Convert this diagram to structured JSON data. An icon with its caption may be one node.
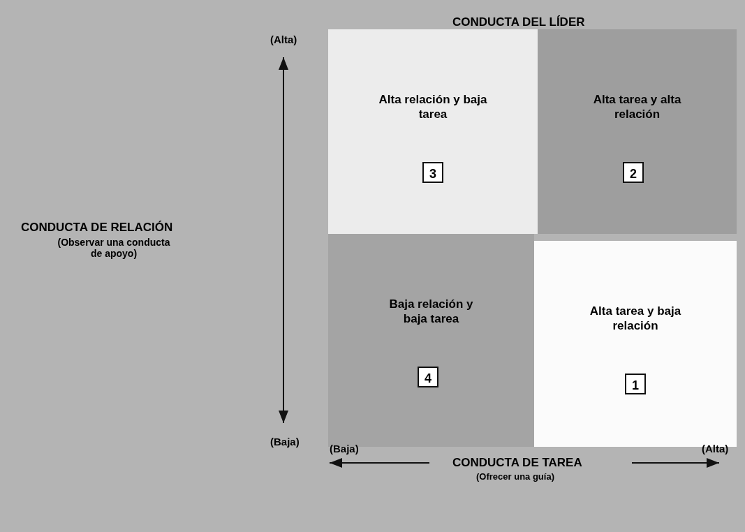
{
  "diagram": {
    "title": "CONDUCTA DEL LÍDER",
    "nodes": [
      {
        "text": [
          "Alta relación y baja tarea"
        ]
      },
      {
        "text": [
          "3"
        ],
        "in": 0
      },
      {
        "text": [
          "Alta tarea y alta relación"
        ]
      },
      {
        "text": [
          "2"
        ],
        "in": 2
      },
      {
        "text": [
          "Baja relación y baja tarea"
        ]
      },
      {
        "text": [
          "4"
        ],
        "in": 4
      },
      {
        "text": [
          "Alta tarea y baja relación"
        ]
      },
      {
        "text": [
          "1"
        ],
        "in": 6
      }
    ],
    "edges": [],
    "labels": [
      "(Alta)",
      "CONDUCTA DE RELACIÓN",
      "(Observar una conducta de apoyo)",
      "(Baja)",
      "(Baja)",
      "CONDUCTA DE TAREA",
      "(Ofrecer una guía)",
      "(Alta)"
    ]
  }
}
